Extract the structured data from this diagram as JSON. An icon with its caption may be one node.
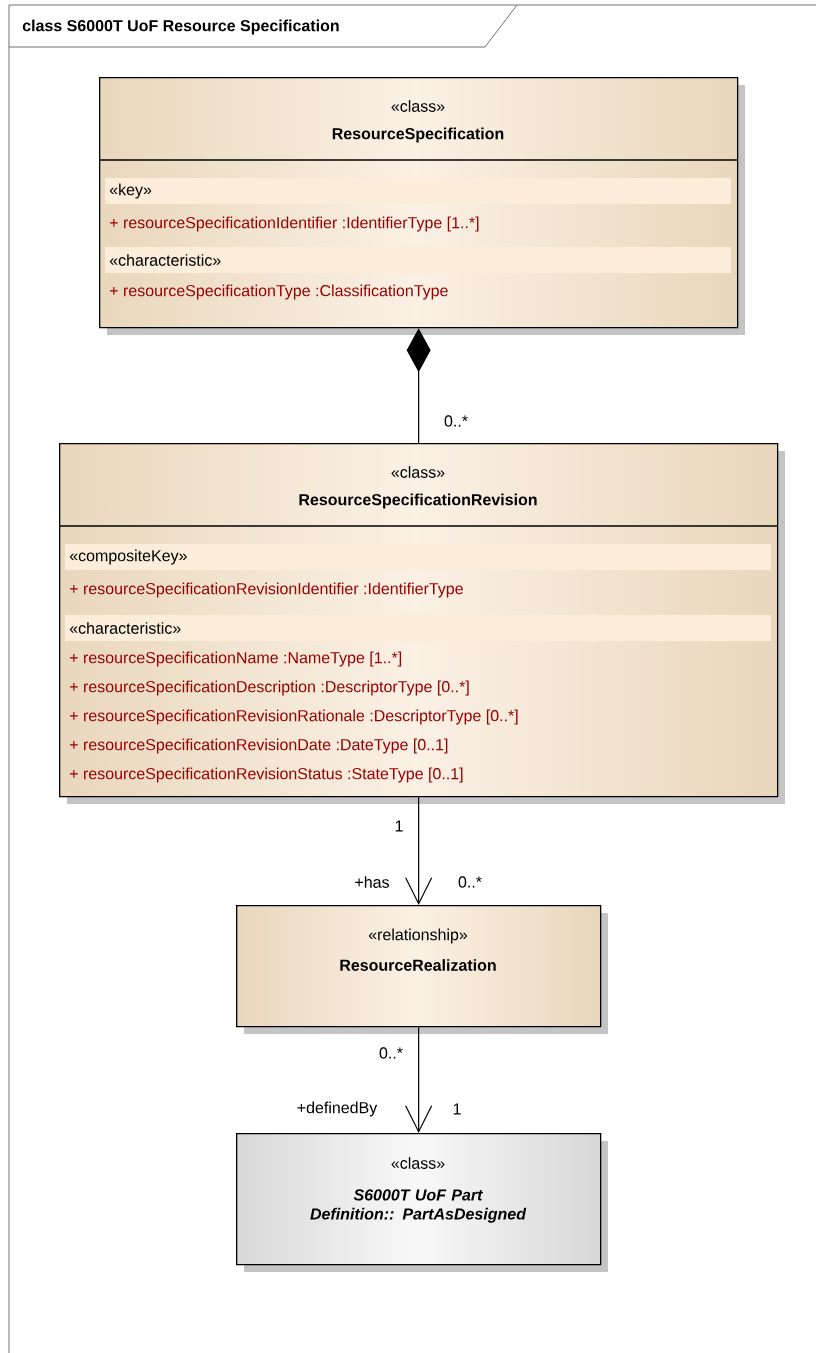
{
  "diagram": {
    "title": "class S6000T UoF Resource Specification",
    "nodes": [
      {
        "text": [
          "«class»",
          "ResourceSpecification",
          "«key»",
          "+ resourceSpecificationIdentifier :IdentifierType [1..*]",
          "«characteristic»",
          "+ resourceSpecificationType :ClassificationType"
        ]
      },
      {
        "text": [
          "«class»",
          "ResourceSpecificationRevision",
          "«compositeKey»",
          "+ resourceSpecificationRevisionIdentifier :IdentifierType",
          "«characteristic»",
          "+ resourceSpecificationName :NameType [1..*]",
          "+ resourceSpecificationDescription :DescriptorType [0..*]",
          "+ resourceSpecificationRevisionRationale :DescriptorType [0..*]",
          "+ resourceSpecificationRevisionDate :DateType [0..1]",
          "+ resourceSpecificationRevisionStatus :StateType [0..1]"
        ]
      },
      {
        "text": [
          "«relationship»",
          "ResourceRealization"
        ]
      },
      {
        "text": [
          "«class»",
          "S6000T UoF Part Definition:: PartAsDesigned"
        ]
      }
    ],
    "edges": [
      {
        "from": 0,
        "to": 1,
        "arrow": "other"
      },
      {
        "from": 1,
        "to": 2,
        "arrow": "to"
      },
      {
        "from": 2,
        "to": 3,
        "arrow": "to"
      }
    ],
    "labels": [
      "0..*",
      "1",
      "+has",
      "0..*",
      "0..*",
      "+definedBy",
      "1"
    ]
  }
}
